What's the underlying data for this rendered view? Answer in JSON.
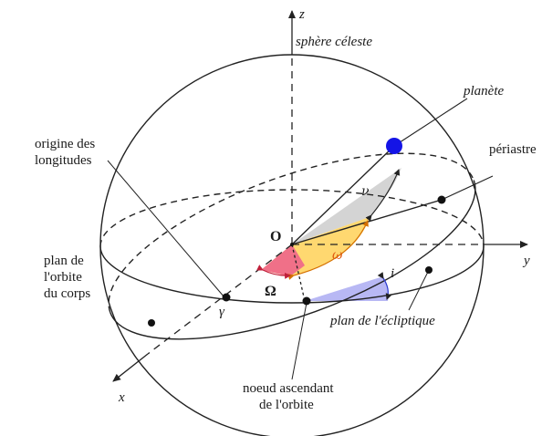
{
  "labels": {
    "z_axis": "z",
    "y_axis": "y",
    "x_axis": "x",
    "sphere": "sphère céleste",
    "planet": "planète",
    "periastre": "périastre",
    "origin_long_1": "origine des",
    "origin_long_2": "longitudes",
    "orbit_plane_1": "plan de",
    "orbit_plane_2": "l'orbite",
    "orbit_plane_3": "du corps",
    "ecliptic_plane": "plan de l'écliptique",
    "node_1": "noeud ascendant",
    "node_2": "de l'orbite",
    "center": "O",
    "gamma": "γ",
    "Omega": "Ω",
    "omega": "ω",
    "nu": "ν",
    "inclination": "i"
  },
  "colors": {
    "planet": "#1414e6",
    "omega_label": "#e05a10",
    "inclination_label": "#2a3ad0",
    "angle_Omega_fill": "#f07088",
    "angle_omega_fill": "#ffd870",
    "angle_nu_fill": "#d4d4d4",
    "angle_i_fill": "#b8b8f4"
  },
  "icons": {
    "planet": "blue-filled-circle",
    "points": "black-dot"
  }
}
